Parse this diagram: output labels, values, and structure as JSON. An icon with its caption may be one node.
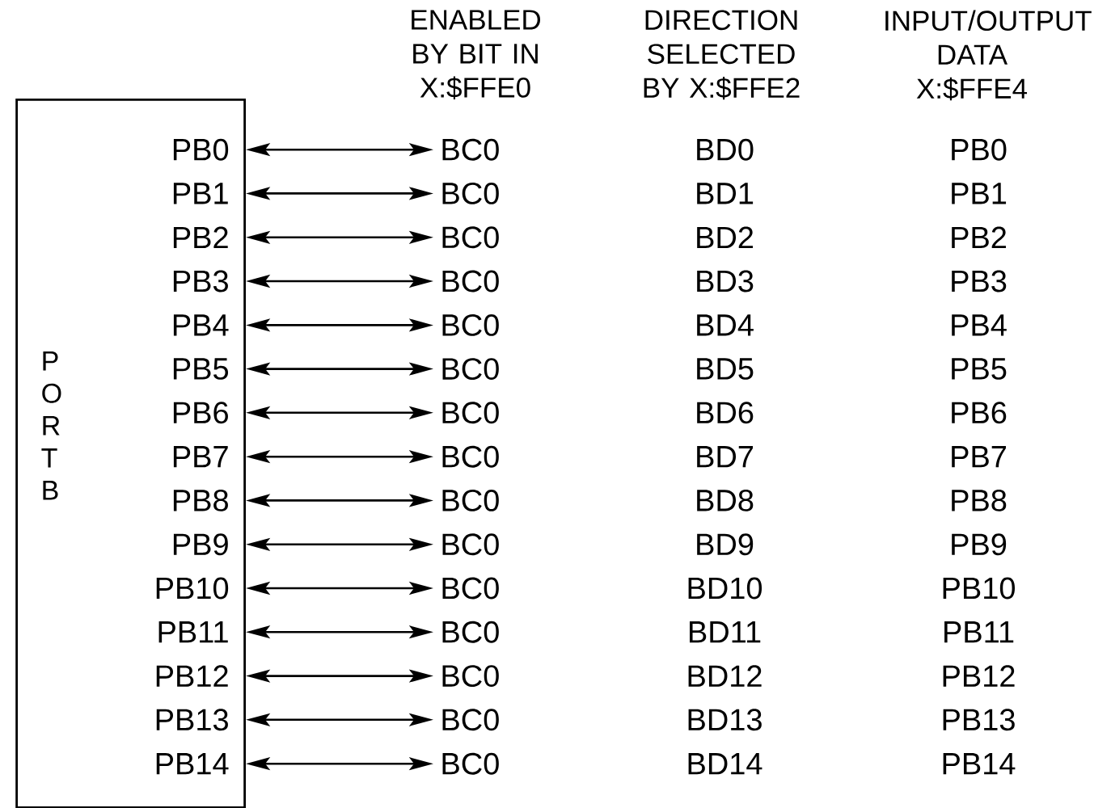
{
  "diagram": {
    "nodes": [
      {
        "text": [
          "P O R T B"
        ]
      },
      {
        "text": [
          "PB0"
        ],
        "in": 0
      },
      {
        "text": [
          "PB1"
        ],
        "in": 0
      },
      {
        "text": [
          "PB2"
        ],
        "in": 0
      },
      {
        "text": [
          "PB3"
        ],
        "in": 0
      },
      {
        "text": [
          "PB4"
        ],
        "in": 0
      },
      {
        "text": [
          "PB5"
        ],
        "in": 0
      },
      {
        "text": [
          "PB6"
        ],
        "in": 0
      },
      {
        "text": [
          "PB7"
        ],
        "in": 0
      },
      {
        "text": [
          "PB8"
        ],
        "in": 0
      },
      {
        "text": [
          "PB9"
        ],
        "in": 0
      },
      {
        "text": [
          "PB10"
        ],
        "in": 0
      },
      {
        "text": [
          "PB11"
        ],
        "in": 0
      },
      {
        "text": [
          "PB12"
        ],
        "in": 0
      },
      {
        "text": [
          "PB13"
        ],
        "in": 0
      },
      {
        "text": [
          "PB14"
        ],
        "in": 0
      },
      {
        "text": [
          "BC0"
        ]
      },
      {
        "text": [
          "BC0"
        ]
      },
      {
        "text": [
          "BC0"
        ]
      },
      {
        "text": [
          "BC0"
        ]
      },
      {
        "text": [
          "BC0"
        ]
      },
      {
        "text": [
          "BC0"
        ]
      },
      {
        "text": [
          "BC0"
        ]
      },
      {
        "text": [
          "BC0"
        ]
      },
      {
        "text": [
          "BC0"
        ]
      },
      {
        "text": [
          "BC0"
        ]
      },
      {
        "text": [
          "BC0"
        ]
      },
      {
        "text": [
          "BC0"
        ]
      },
      {
        "text": [
          "BC0"
        ]
      },
      {
        "text": [
          "BC0"
        ]
      },
      {
        "text": [
          "BC0"
        ]
      }
    ],
    "edges": [
      {
        "from": 1,
        "to": 16,
        "arrow": "both"
      },
      {
        "from": 2,
        "to": 17,
        "arrow": "both"
      },
      {
        "from": 3,
        "to": 18,
        "arrow": "both"
      },
      {
        "from": 4,
        "to": 19,
        "arrow": "both"
      },
      {
        "from": 5,
        "to": 20,
        "arrow": "both"
      },
      {
        "from": 6,
        "to": 21,
        "arrow": "both"
      },
      {
        "from": 7,
        "to": 22,
        "arrow": "both"
      },
      {
        "from": 8,
        "to": 23,
        "arrow": "both"
      },
      {
        "from": 9,
        "to": 24,
        "arrow": "both"
      },
      {
        "from": 10,
        "to": 25,
        "arrow": "both"
      },
      {
        "from": 11,
        "to": 26,
        "arrow": "both"
      },
      {
        "from": 12,
        "to": 27,
        "arrow": "both"
      },
      {
        "from": 13,
        "to": 28,
        "arrow": "both"
      },
      {
        "from": 14,
        "to": 29,
        "arrow": "both"
      },
      {
        "from": 15,
        "to": 30,
        "arrow": "both"
      }
    ],
    "labels": [
      "ENABLED BY BIT IN X:$FFE0",
      "DIRECTION SELECTED BY X:$FFE2",
      "INPUT/OUTPUT DATA X:$FFE4",
      "BD0",
      "PB0",
      "BD1",
      "PB1",
      "BD2",
      "PB2",
      "BD3",
      "PB3",
      "BD4",
      "PB4",
      "BD5",
      "PB5",
      "BD6",
      "PB6",
      "BD7",
      "PB7",
      "BD8",
      "PB8",
      "BD9",
      "PB9",
      "BD10",
      "PB10",
      "BD11",
      "PB11",
      "BD12",
      "PB12",
      "BD13",
      "PB13",
      "BD14",
      "PB14"
    ]
  }
}
